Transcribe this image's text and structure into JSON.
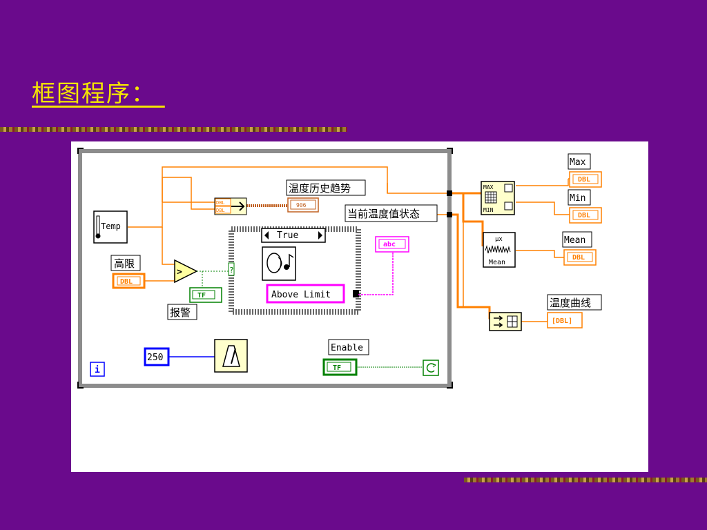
{
  "slide": {
    "title": "框图程序： "
  },
  "diagram": {
    "temp_label": "Temp",
    "high_limit_label": "高限",
    "alarm_label": "报警",
    "temp_history_label": "温度历史趋势",
    "current_status_label": "当前温度值状态",
    "case_selector": "True",
    "case_string": "Above Limit",
    "string_const": "abc",
    "wait_ms": "250",
    "enable_label": "Enable",
    "loop_index": "i",
    "max_label": "Max",
    "min_label": "Min",
    "mean_label": "Mean",
    "mean_icon_text": "Mean",
    "max_icon_text": "MAX",
    "min_icon_text": "MIN",
    "mu_text": "μx",
    "temp_curve_label": "温度曲线",
    "dbl": "DBL",
    "dbl_array": "[DBL]",
    "tf": "TF",
    "chart_text": "906",
    "dbl_stack": "DBL",
    "colors": {
      "background": "#6a0a8c",
      "title": "#f5e600",
      "wire_dbl": "#ff8000",
      "wire_bool": "#008000",
      "wire_string": "#ff00ff",
      "wire_int": "#0000ff"
    }
  }
}
